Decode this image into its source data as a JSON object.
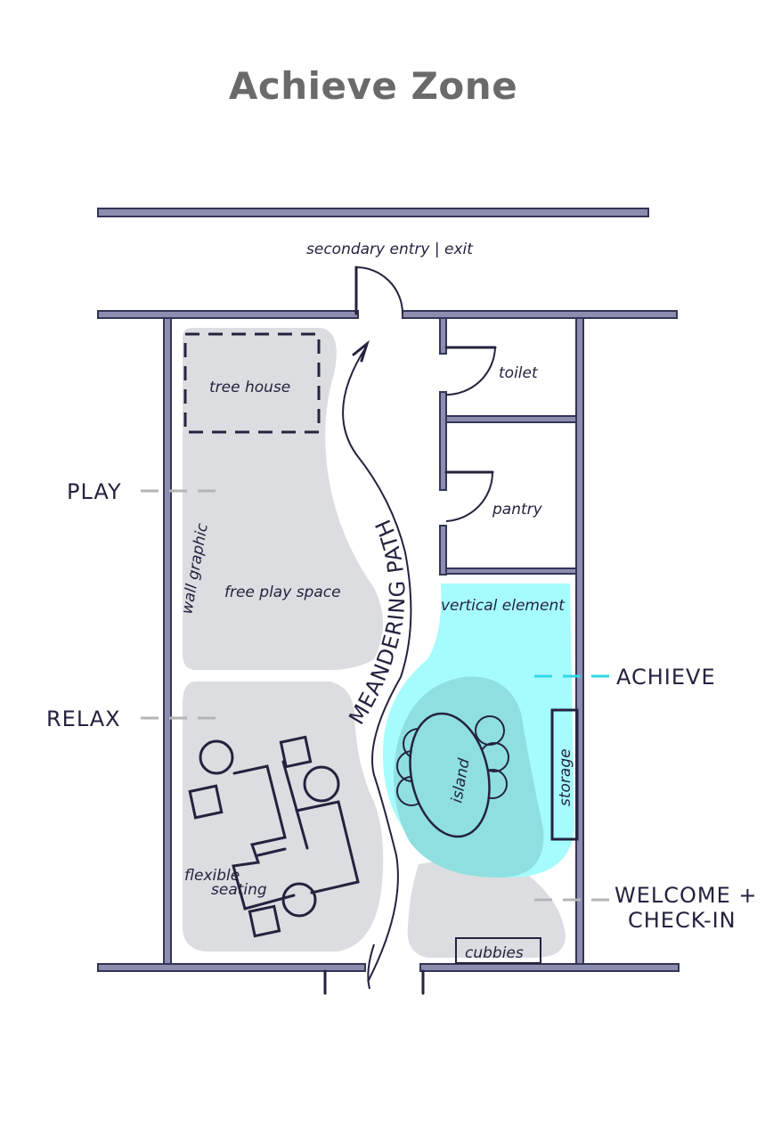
{
  "title": "Achieve Zone",
  "labels": {
    "secondary_entry": "secondary entry | exit",
    "tree_house": "tree house",
    "toilet": "toilet",
    "pantry": "pantry",
    "wall_graphic": "wall graphic",
    "free_play": "free play space",
    "vertical_element": "vertical element",
    "meandering_path": "MEANDERING PATH",
    "island": "island",
    "storage": "storage",
    "flexible": "flexible",
    "seating": "seating",
    "cubbies": "cubbies"
  },
  "zones": {
    "play": "PLAY",
    "relax": "RELAX",
    "achieve": "ACHIEVE",
    "welcome_1": "WELCOME +",
    "welcome_2": "CHECK-IN"
  },
  "colors": {
    "achieve": "#a6fcfd",
    "island_zone": "#8fdfe0",
    "zone_gray": "#dcdde0",
    "ink": "#23233f",
    "wall": "#8d8db0"
  }
}
